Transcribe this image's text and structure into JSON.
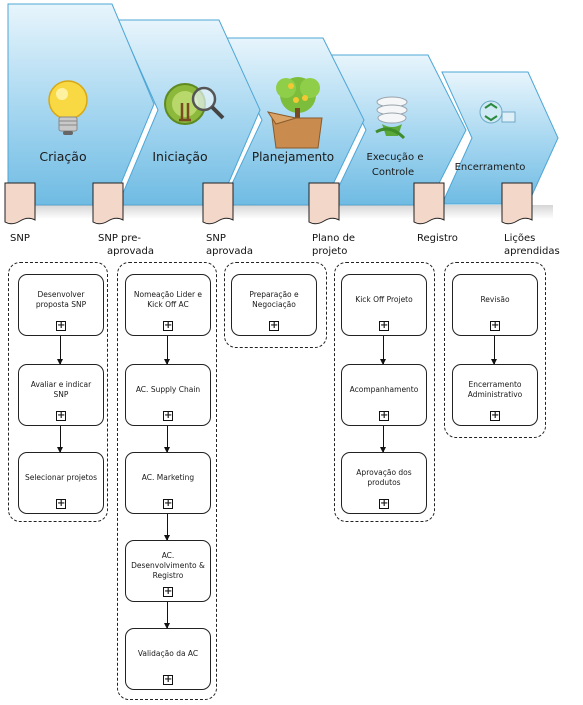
{
  "phases": [
    {
      "label": "Criação",
      "icon": "lightbulb-icon"
    },
    {
      "label": "Iniciação",
      "icon": "magnifier-tree-icon"
    },
    {
      "label": "Planejamento",
      "icon": "money-tree-box-icon"
    },
    {
      "label": "Execução e Controle",
      "label_line1": "Execução e",
      "label_line2": "Controle",
      "icon": "energy-bulb-icon"
    },
    {
      "label": "Encerramento",
      "icon": "recycle-icon"
    }
  ],
  "documents": [
    {
      "line1": "SNP",
      "line2": ""
    },
    {
      "line1": "SNP pre-",
      "line2": "aprovada"
    },
    {
      "line1": "SNP",
      "line2": "aprovada"
    },
    {
      "line1": "Plano de",
      "line2": "projeto"
    },
    {
      "line1": "Registro",
      "line2": ""
    },
    {
      "line1": "Lições",
      "line2": "aprendidas"
    }
  ],
  "groups": [
    {
      "tasks": [
        {
          "l1": "Desenvolver",
          "l2": "proposta SNP"
        },
        {
          "l1": "Avaliar e indicar SNP",
          "l2": ""
        },
        {
          "l1": "Selecionar projetos",
          "l2": ""
        }
      ]
    },
    {
      "tasks": [
        {
          "l1": "Nomeação Lider e",
          "l2": "Kick Off AC"
        },
        {
          "l1": "AC. Supply Chain",
          "l2": ""
        },
        {
          "l1": "AC. Marketing",
          "l2": ""
        },
        {
          "l1": "AC.",
          "l2": "Desenvolvimento &",
          "l3": "Registro"
        },
        {
          "l1": "Validação da AC",
          "l2": ""
        }
      ]
    },
    {
      "tasks": [
        {
          "l1": "Preparação e",
          "l2": "Negociação"
        }
      ]
    },
    {
      "tasks": [
        {
          "l1": "Kick Off Projeto",
          "l2": ""
        },
        {
          "l1": "Acompanhamento",
          "l2": ""
        },
        {
          "l1": "Aprovação dos",
          "l2": "produtos"
        }
      ]
    },
    {
      "tasks": [
        {
          "l1": "Revisão",
          "l2": ""
        },
        {
          "l1": "Encerramento",
          "l2": "Administrativo"
        }
      ]
    }
  ],
  "colors": {
    "chevron_top": "#dff0fa",
    "chevron_bottom": "#7fc3e6",
    "chevron_edge": "#4ea6d6",
    "doc_fill": "#f3d7c8"
  },
  "expand_symbol": "+"
}
